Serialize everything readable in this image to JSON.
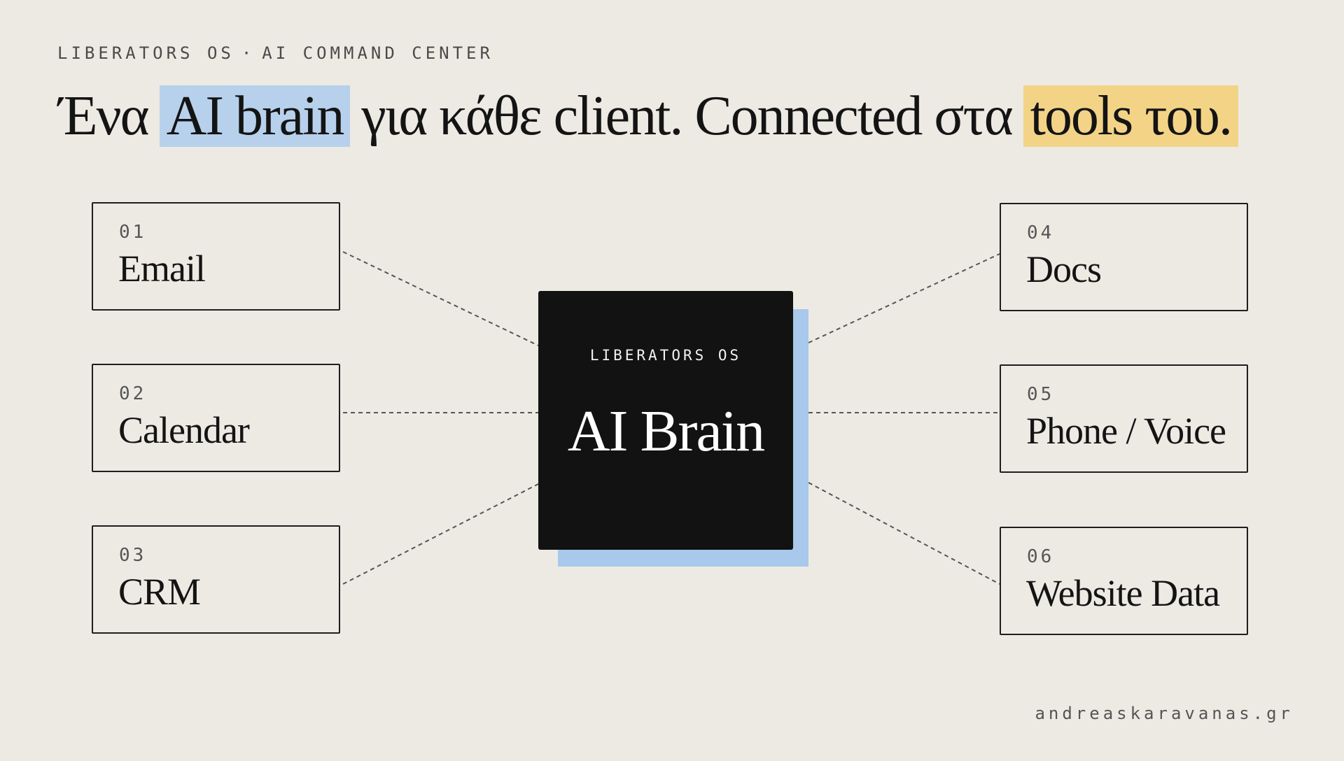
{
  "kicker": {
    "left": "LIBERATORS OS",
    "separator": "·",
    "right": "AI COMMAND CENTER"
  },
  "headline": {
    "part1": "Ένα ",
    "highlight1": "AI brain",
    "part2": " για κάθε client. Connected στα ",
    "highlight2": "tools του.",
    "highlight1_color": "#B7D1EC",
    "highlight2_color": "#F3D487"
  },
  "hub": {
    "kicker": "LIBERATORS OS",
    "title": "AI Brain",
    "background": "#121212",
    "shadow_color": "#A8C8EC"
  },
  "tools": [
    {
      "num": "01",
      "name": "Email"
    },
    {
      "num": "02",
      "name": "Calendar"
    },
    {
      "num": "03",
      "name": "CRM"
    },
    {
      "num": "04",
      "name": "Docs"
    },
    {
      "num": "05",
      "name": "Phone / Voice"
    },
    {
      "num": "06",
      "name": "Website Data"
    }
  ],
  "footer": "andreaskaravanas.gr",
  "colors": {
    "background": "#ECEAE3",
    "ink": "#141414",
    "connector": "#555555"
  }
}
